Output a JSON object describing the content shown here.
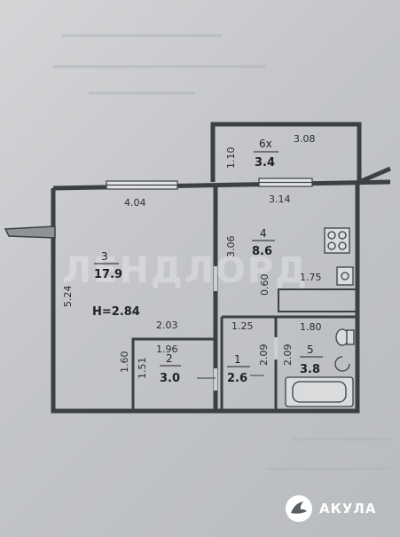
{
  "watermark": "ЛЕНДЛОРД",
  "brand": {
    "name": "АКУЛА",
    "logo_icon": "shark-logo-icon"
  },
  "height_note": "H=2.84",
  "rooms": [
    {
      "number": "3",
      "area": "17.9"
    },
    {
      "number": "4",
      "area": "8.6"
    },
    {
      "number": "6х",
      "area": "3.4"
    },
    {
      "number": "2",
      "area": "3.0"
    },
    {
      "number": "1",
      "area": "2.6"
    },
    {
      "number": "5",
      "area": "3.8"
    }
  ],
  "dimensions": {
    "balcony_depth": "1.10",
    "balcony_width": "3.08",
    "kitchen_width": "3.14",
    "kitchen_depth": "3.06",
    "kitchen_niche": "0.60",
    "kitchen_counter": "1.75",
    "living_width": "4.04",
    "living_depth": "5.24",
    "closet_top": "2.03",
    "closet_width": "1.96",
    "closet_left": "1.60",
    "closet_depth": "1.51",
    "corridor_width": "1.25",
    "corridor_depth": "2.09",
    "bath_left": "2.09",
    "bath_width": "1.80"
  }
}
